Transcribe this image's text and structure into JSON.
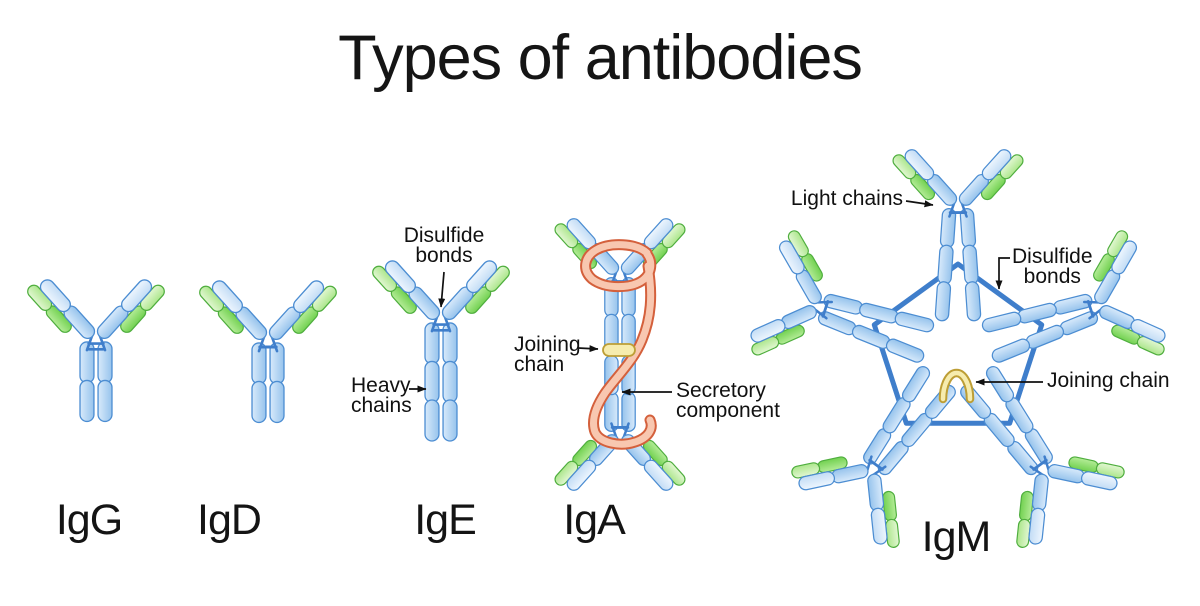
{
  "title": "Types of antibodies",
  "antibody_types": [
    {
      "id": "igg",
      "label": "IgG"
    },
    {
      "id": "igd",
      "label": "IgD"
    },
    {
      "id": "ige",
      "label": "IgE"
    },
    {
      "id": "iga",
      "label": "IgA"
    },
    {
      "id": "igm",
      "label": "IgM"
    }
  ],
  "annotations": {
    "ige_disulfide": {
      "line1": "Disulfide",
      "line2": "bonds"
    },
    "ige_heavy": {
      "line1": "Heavy",
      "line2": "chains"
    },
    "iga_joining": {
      "line1": "Joining",
      "line2": "chain"
    },
    "iga_secretory": {
      "line1": "Secretory",
      "line2": "component"
    },
    "igm_light": {
      "text": "Light chains"
    },
    "igm_disulfide": {
      "line1": "Disulfide",
      "line2": "bonds"
    },
    "igm_joining": {
      "text": "Joining chain"
    }
  },
  "colors": {
    "background": "#ffffff",
    "text": "#111111",
    "heavy_chain_stroke": "#4c8dd2",
    "heavy_gradient": [
      "#d8eafb",
      "#96c3ec"
    ],
    "heavy_gradient_light": [
      "#eef6fe",
      "#c2dcf5"
    ],
    "light_chain_stroke": "#4fae3e",
    "light_gradient": [
      "#b4ec97",
      "#72d151"
    ],
    "light_gradient_light": [
      "#e2f7d2",
      "#ace68c"
    ],
    "hinge_blue": "#3f7ecb",
    "disulfide_pentagon_blue": "#3f7ecb",
    "joining_chain_yellow": "#f6ecae",
    "joining_chain_stroke": "#bd9e35",
    "secretory_fill": "#f8c7b0",
    "secretory_stroke": "#d4603c"
  }
}
